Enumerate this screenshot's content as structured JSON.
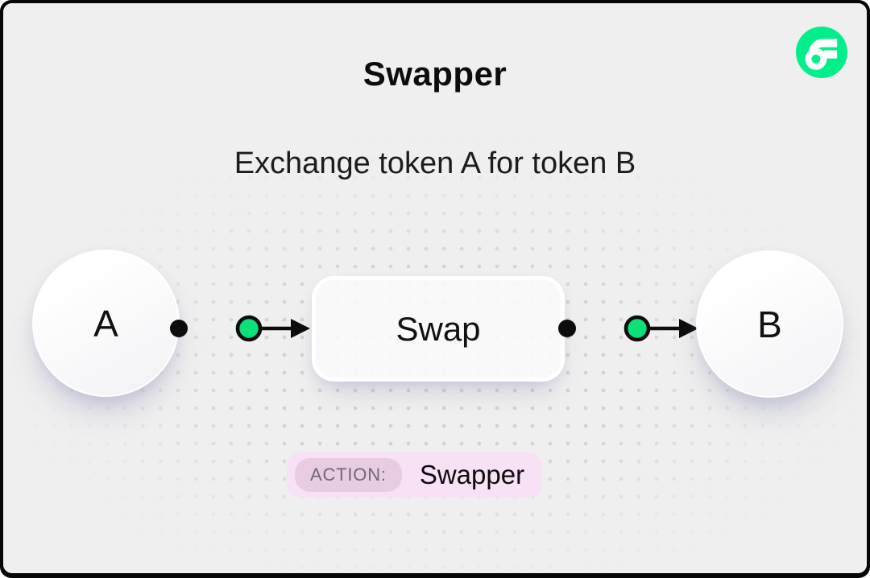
{
  "header": {
    "title": "Swapper",
    "subtitle": "Exchange token A for token B"
  },
  "logo": {
    "name": "flow-logo",
    "color": "#00EF8B"
  },
  "diagram": {
    "input_node": "A",
    "process_node": "Swap",
    "output_node": "B",
    "connector_green": "#0ce077",
    "connector_black": "#0d0d0d"
  },
  "action_badge": {
    "label": "ACTION:",
    "value": "Swapper",
    "bg_color": "#f8e1f5",
    "label_bg_color": "#e8cce1"
  }
}
